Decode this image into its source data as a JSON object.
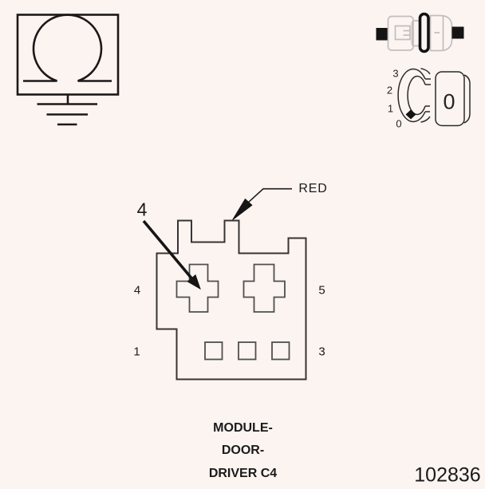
{
  "page": {
    "background": "#fbf4f1",
    "line_color": "#2e2a2a",
    "cavity_line_color": "#4f4f4f",
    "housing_line_color": "#c2bebe"
  },
  "header_icons": {
    "ground_lamp": "lamp-to-ground-icon",
    "connector_pair": "inline-connector-seal-icon",
    "dial": {
      "name": "rotation-dial-icon",
      "scale_labels": [
        "3",
        "2",
        "1",
        "0"
      ],
      "face_value": "0"
    }
  },
  "diagram": {
    "callout_pin": "4",
    "wire_color": "RED",
    "pin_labels": {
      "upper_left": "4",
      "upper_right": "5",
      "lower_left": "1",
      "lower_right": "3"
    }
  },
  "caption": {
    "lines": [
      "MODULE-",
      "DOOR-",
      "DRIVER C4"
    ]
  },
  "figure_number": "102836"
}
